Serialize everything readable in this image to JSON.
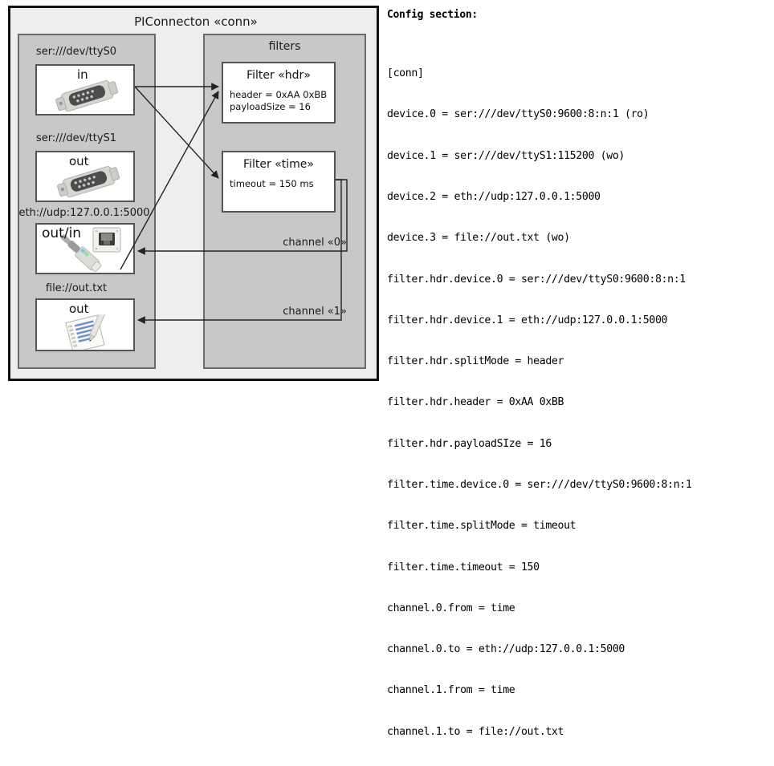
{
  "diagram": {
    "title": "PIConnecton «conn»",
    "devices_panel": {
      "name": "devices-group",
      "items": [
        {
          "label": "ser:///dev/ttyS0",
          "direction": "in",
          "icon": "serial-port-icon"
        },
        {
          "label": "ser:///dev/ttyS1",
          "direction": "out",
          "icon": "serial-port-icon"
        },
        {
          "label": "eth://udp:127.0.0.1:5000",
          "direction": "out/in",
          "icon": "ethernet-jack-icon"
        },
        {
          "label": "file://out.txt",
          "direction": "out",
          "icon": "text-file-icon"
        }
      ]
    },
    "filters_panel": {
      "title": "filters",
      "items": [
        {
          "title": "Filter «hdr»",
          "attrs": [
            "header = 0xAA 0xBB",
            "payloadSize = 16"
          ]
        },
        {
          "title": "Filter «time»",
          "attrs": [
            "timeout = 150 ms"
          ]
        }
      ]
    },
    "channels": [
      {
        "label": "channel «0»"
      },
      {
        "label": "channel «1»"
      }
    ]
  },
  "config": {
    "heading": "Config section:",
    "lines": [
      "[conn]",
      "device.0 = ser:///dev/ttyS0:9600:8:n:1 (ro)",
      "device.1 = ser:///dev/ttyS1:115200 (wo)",
      "device.2 = eth://udp:127.0.0.1:5000",
      "device.3 = file://out.txt (wo)",
      "filter.hdr.device.0 = ser:///dev/ttyS0:9600:8:n:1",
      "filter.hdr.device.1 = eth://udp:127.0.0.1:5000",
      "filter.hdr.splitMode = header",
      "filter.hdr.header = 0xAA 0xBB",
      "filter.hdr.payloadSIze = 16",
      "filter.time.device.0 = ser:///dev/ttyS0:9600:8:n:1",
      "filter.time.splitMode = timeout",
      "filter.time.timeout = 150",
      "channel.0.from = time",
      "channel.0.to = eth://udp:127.0.0.1:5000",
      "channel.1.from = time",
      "channel.1.to = file://out.txt"
    ]
  },
  "colors": {
    "page_background": "#ffffff",
    "outer_fill": "#eeeeee",
    "outer_border": "#111111",
    "panel_fill": "#c8c8c8",
    "panel_border": "#6b6b6b",
    "node_fill": "#ffffff",
    "node_border": "#555555",
    "wire": "#222222",
    "text": "#1a1a1a"
  }
}
